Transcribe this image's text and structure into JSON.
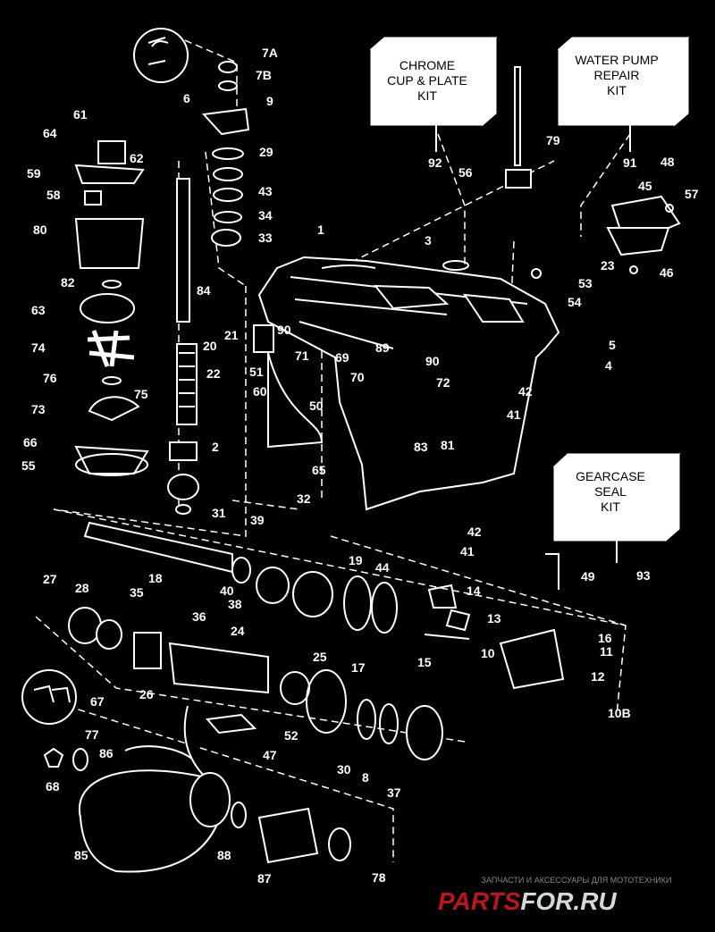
{
  "kits": [
    {
      "id": "chrome-cup-plate-kit",
      "lines": [
        "CHROME",
        "CUP & PLATE",
        "KIT"
      ],
      "ref": "92"
    },
    {
      "id": "water-pump-repair-kit",
      "lines": [
        "WATER PUMP",
        "REPAIR",
        "KIT"
      ],
      "ref": "91"
    },
    {
      "id": "gearcase-seal-kit",
      "lines": [
        "GEARCASE",
        "SEAL",
        "KIT"
      ],
      "ref": "93"
    }
  ],
  "labels": [
    {
      "k": "7A",
      "t": "7A"
    },
    {
      "k": "7B",
      "t": "7B"
    },
    {
      "k": "6",
      "t": "6"
    },
    {
      "k": "9",
      "t": "9"
    },
    {
      "k": "61",
      "t": "61"
    },
    {
      "k": "64",
      "t": "64"
    },
    {
      "k": "62",
      "t": "62"
    },
    {
      "k": "59",
      "t": "59"
    },
    {
      "k": "58",
      "t": "58"
    },
    {
      "k": "29",
      "t": "29"
    },
    {
      "k": "43",
      "t": "43"
    },
    {
      "k": "34",
      "t": "34"
    },
    {
      "k": "33",
      "t": "33"
    },
    {
      "k": "80",
      "t": "80"
    },
    {
      "k": "82",
      "t": "82"
    },
    {
      "k": "84",
      "t": "84"
    },
    {
      "k": "63",
      "t": "63"
    },
    {
      "k": "21",
      "t": "21"
    },
    {
      "k": "20",
      "t": "20"
    },
    {
      "k": "22",
      "t": "22"
    },
    {
      "k": "74",
      "t": "74"
    },
    {
      "k": "76",
      "t": "76"
    },
    {
      "k": "75",
      "t": "75"
    },
    {
      "k": "73",
      "t": "73"
    },
    {
      "k": "66",
      "t": "66"
    },
    {
      "k": "55",
      "t": "55"
    },
    {
      "k": "2",
      "t": "2"
    },
    {
      "k": "31",
      "t": "31"
    },
    {
      "k": "1",
      "t": "1"
    },
    {
      "k": "3",
      "t": "3"
    },
    {
      "k": "79",
      "t": "79"
    },
    {
      "k": "56",
      "t": "56"
    },
    {
      "k": "48",
      "t": "48"
    },
    {
      "k": "45",
      "t": "45"
    },
    {
      "k": "57",
      "t": "57"
    },
    {
      "k": "23",
      "t": "23"
    },
    {
      "k": "46",
      "t": "46"
    },
    {
      "k": "53",
      "t": "53"
    },
    {
      "k": "54",
      "t": "54"
    },
    {
      "k": "5",
      "t": "5"
    },
    {
      "k": "4",
      "t": "4"
    },
    {
      "k": "90a",
      "t": "90"
    },
    {
      "k": "71",
      "t": "71"
    },
    {
      "k": "89",
      "t": "89"
    },
    {
      "k": "69",
      "t": "69"
    },
    {
      "k": "70",
      "t": "70"
    },
    {
      "k": "50",
      "t": "50"
    },
    {
      "k": "51",
      "t": "51"
    },
    {
      "k": "60",
      "t": "60"
    },
    {
      "k": "90b",
      "t": "90"
    },
    {
      "k": "42a",
      "t": "42"
    },
    {
      "k": "72",
      "t": "72"
    },
    {
      "k": "41a",
      "t": "41"
    },
    {
      "k": "83",
      "t": "83"
    },
    {
      "k": "81",
      "t": "81"
    },
    {
      "k": "65",
      "t": "65"
    },
    {
      "k": "32",
      "t": "32"
    },
    {
      "k": "42b",
      "t": "42"
    },
    {
      "k": "41b",
      "t": "41"
    },
    {
      "k": "39",
      "t": "39"
    },
    {
      "k": "18",
      "t": "18"
    },
    {
      "k": "40",
      "t": "40"
    },
    {
      "k": "38",
      "t": "38"
    },
    {
      "k": "19",
      "t": "19"
    },
    {
      "k": "44",
      "t": "44"
    },
    {
      "k": "49",
      "t": "49"
    },
    {
      "k": "27",
      "t": "27"
    },
    {
      "k": "28",
      "t": "28"
    },
    {
      "k": "35",
      "t": "35"
    },
    {
      "k": "36",
      "t": "36"
    },
    {
      "k": "14",
      "t": "14"
    },
    {
      "k": "13",
      "t": "13"
    },
    {
      "k": "24",
      "t": "24"
    },
    {
      "k": "16",
      "t": "16"
    },
    {
      "k": "10",
      "t": "10"
    },
    {
      "k": "11",
      "t": "11"
    },
    {
      "k": "15",
      "t": "15"
    },
    {
      "k": "12",
      "t": "12"
    },
    {
      "k": "26",
      "t": "26"
    },
    {
      "k": "25",
      "t": "25"
    },
    {
      "k": "17",
      "t": "17"
    },
    {
      "k": "10B",
      "t": "10B"
    },
    {
      "k": "67",
      "t": "67"
    },
    {
      "k": "77",
      "t": "77"
    },
    {
      "k": "86",
      "t": "86"
    },
    {
      "k": "52",
      "t": "52"
    },
    {
      "k": "47",
      "t": "47"
    },
    {
      "k": "30",
      "t": "30"
    },
    {
      "k": "8",
      "t": "8"
    },
    {
      "k": "37",
      "t": "37"
    },
    {
      "k": "68",
      "t": "68"
    },
    {
      "k": "85",
      "t": "85"
    },
    {
      "k": "88",
      "t": "88"
    },
    {
      "k": "87",
      "t": "87"
    },
    {
      "k": "78",
      "t": "78"
    }
  ],
  "watermark": {
    "tagline": "ЗАПЧАСТИ И АКСЕССУАРЫ ДЛЯ МОТОТЕХНИКИ",
    "brand_left": "PARTS",
    "brand_right": "FOR.RU",
    "color_left": "#c0141c",
    "color_right": "#d8d8d8"
  }
}
